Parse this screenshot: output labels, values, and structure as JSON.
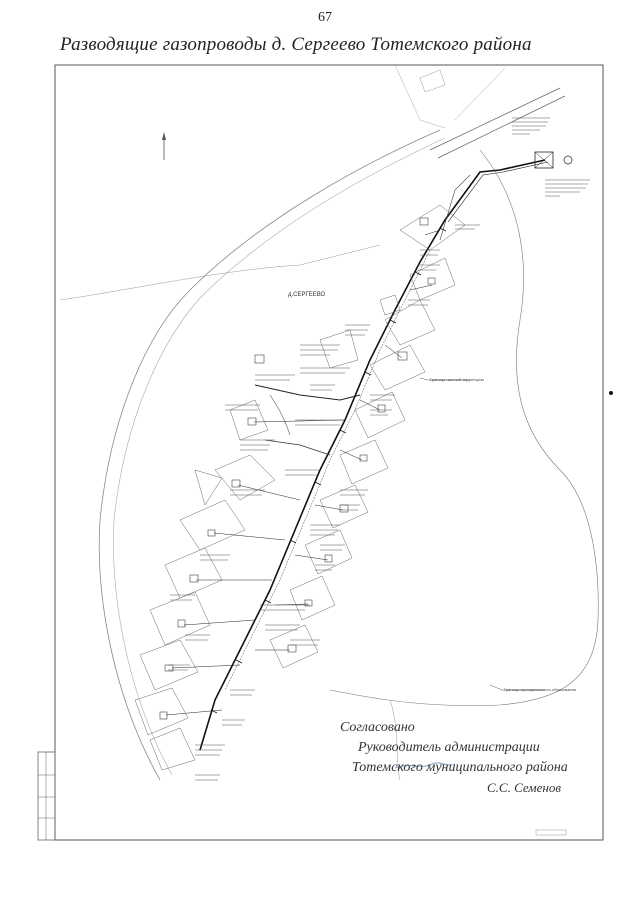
{
  "page": {
    "number": "67",
    "title": "Разводящие газопроводы  д. Сергеево Тотемского  района"
  },
  "map": {
    "village_label": "д.СЕРГЕЕВО",
    "notes": [
      "Граница частной территории",
      "Граница муниципального образования"
    ]
  },
  "approval": {
    "line1": "Согласовано",
    "line2": "Руководитель администрации",
    "line3": "Тотемского муниципального  района",
    "signer": "С.С. Семенов"
  }
}
